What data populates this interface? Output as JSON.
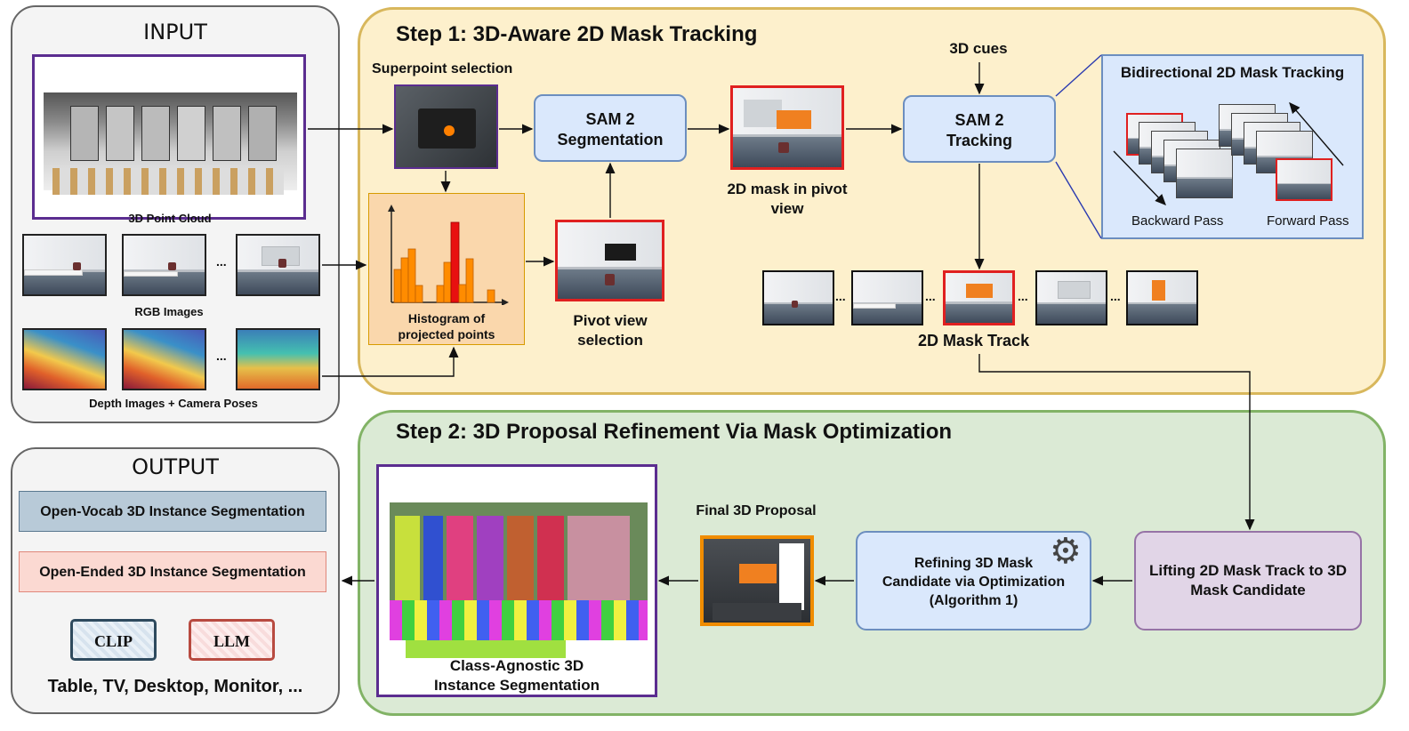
{
  "input": {
    "title": "INPUT",
    "point_cloud_label": "3D Point Cloud",
    "rgb_label": "RGB Images",
    "depth_label": "Depth Images + Camera Poses",
    "ellipsis": "..."
  },
  "output": {
    "title": "OUTPUT",
    "open_vocab": "Open-Vocab 3D Instance Segmentation",
    "open_ended": "Open-Ended 3D Instance Segmentation",
    "clip": "CLIP",
    "llm": "LLM",
    "examples": "Table, TV, Desktop, Monitor, ..."
  },
  "step1": {
    "title": "Step 1: 3D-Aware 2D Mask Tracking",
    "superpoint": "Superpoint selection",
    "sam2_seg_line1": "SAM 2",
    "sam2_seg_line2": "Segmentation",
    "histogram_line1": "Histogram of",
    "histogram_line2": "projected points",
    "pivot_line1": "Pivot view",
    "pivot_line2": "selection",
    "mask_pivot_line1": "2D mask in pivot",
    "mask_pivot_line2": "view",
    "cues": "3D cues",
    "sam2_track_line1": "SAM 2",
    "sam2_track_line2": "Tracking",
    "bidir_title": "Bidirectional 2D Mask Tracking",
    "backward": "Backward Pass",
    "forward": "Forward Pass",
    "mask_track": "2D Mask Track",
    "ellipsis": "..."
  },
  "step2": {
    "title": "Step 2: 3D Proposal Refinement Via Mask Optimization",
    "lifting_line1": "Lifting 2D Mask Track to 3D",
    "lifting_line2": "Mask Candidate",
    "refine_line1": "Refining 3D Mask",
    "refine_line2": "Candidate via Optimization",
    "refine_line3": "(Algorithm 1)",
    "final_proposal": "Final 3D Proposal",
    "class_agnostic_line1": "Class-Agnostic 3D",
    "class_agnostic_line2": "Instance Segmentation"
  },
  "colors": {
    "step1_bg": "#fdf0cc",
    "step1_border": "#d8b75c",
    "step2_bg": "#dbead5",
    "step2_border": "#82b366",
    "sam_box": "#dae8fc",
    "sam_border": "#6c8ebf",
    "histogram_bg": "#fad7ac",
    "lifting_bg": "#e1d5e7",
    "lifting_border": "#9673a6",
    "red_frame": "#e02020",
    "purple_frame": "#5b2d90",
    "orange_frame": "#f08c00"
  },
  "icons": [
    "gear-icon",
    "arrow-icon"
  ]
}
